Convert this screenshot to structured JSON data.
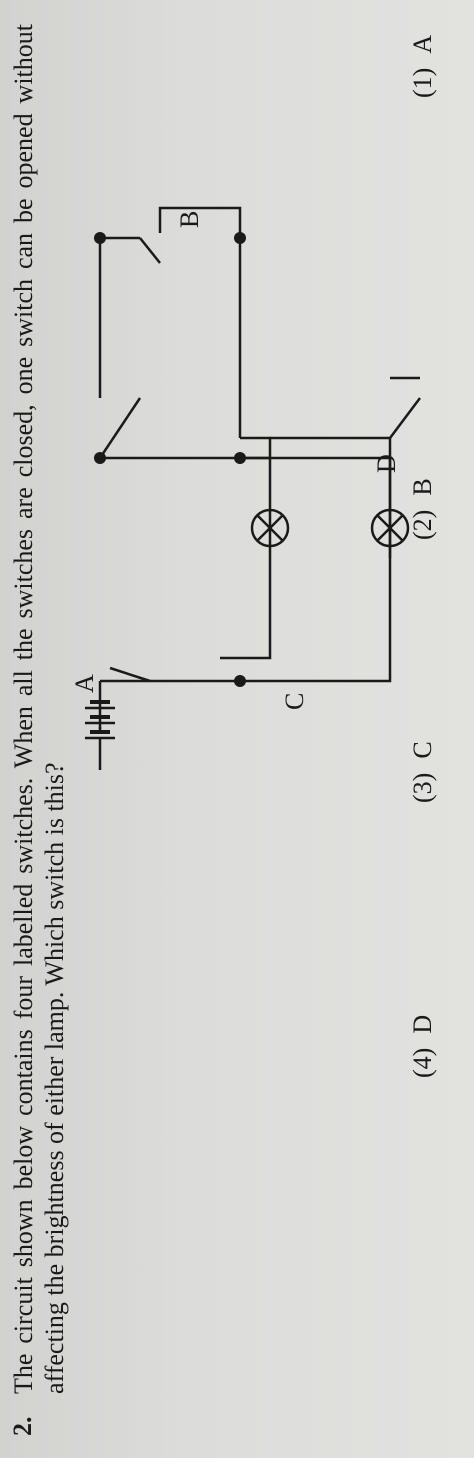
{
  "question": {
    "number": "2.",
    "text": "The circuit shown below contains four labelled switches. When all the switches are closed, one switch can be opened without affecting the brightness of either lamp. Which switch is this?"
  },
  "diagram": {
    "switch_labels": [
      "A",
      "B",
      "C",
      "D"
    ]
  },
  "options": [
    {
      "num": "(1)",
      "label": "A"
    },
    {
      "num": "(2)",
      "label": "B"
    },
    {
      "num": "(3)",
      "label": "C"
    },
    {
      "num": "(4)",
      "label": "D"
    }
  ]
}
